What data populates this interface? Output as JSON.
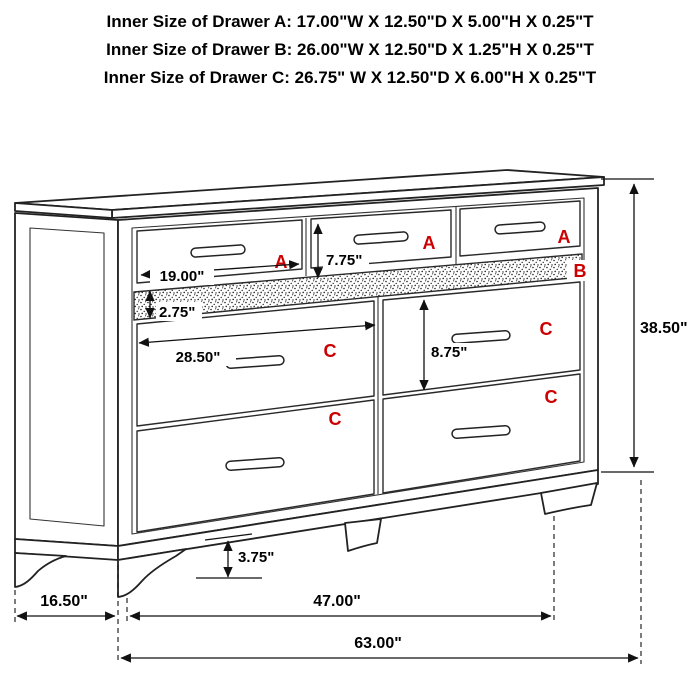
{
  "title": {
    "line1": "Inner Size of Drawer A: 17.00\"W X 12.50\"D X 5.00\"H X 0.25\"T",
    "line2": "Inner Size of Drawer B: 26.00\"W X 12.50\"D X 1.25\"H X 0.25\"T",
    "line3": "Inner Size of Drawer C: 26.75\" W X 12.50\"D X 6.00\"H X 0.25\"T"
  },
  "labels": {
    "drawer_a": "A",
    "drawer_b": "B",
    "drawer_c": "C"
  },
  "dimensions": {
    "drawer_a_width": "19.00\"",
    "drawer_a_height": "7.75\"",
    "drawer_b_height": "2.75\"",
    "drawer_c_width": "28.50\"",
    "drawer_c_height": "8.75\"",
    "overall_height": "38.50\"",
    "leg_height": "3.75\"",
    "overall_depth": "16.50\"",
    "feet_span": "47.00\"",
    "overall_width": "63.00\""
  },
  "colors": {
    "label_red": "#cc0000",
    "line": "#222222"
  }
}
